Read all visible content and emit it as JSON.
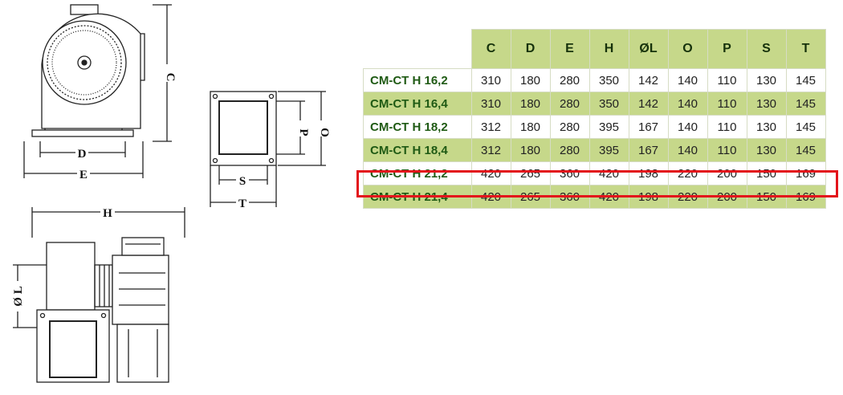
{
  "drawing": {
    "labels": {
      "c": "C",
      "d": "D",
      "e": "E",
      "p": "P",
      "o": "O",
      "s": "S",
      "t": "T",
      "h": "H",
      "l": "Ø L"
    }
  },
  "table": {
    "columns": [
      "C",
      "D",
      "E",
      "H",
      "ØL",
      "O",
      "P",
      "S",
      "T"
    ],
    "rows": [
      {
        "model": "CM-CT H 16,2",
        "values": [
          "310",
          "180",
          "280",
          "350",
          "142",
          "140",
          "110",
          "130",
          "145"
        ]
      },
      {
        "model": "CM-CT H 16,4",
        "values": [
          "310",
          "180",
          "280",
          "350",
          "142",
          "140",
          "110",
          "130",
          "145"
        ]
      },
      {
        "model": "CM-CT H 18,2",
        "values": [
          "312",
          "180",
          "280",
          "395",
          "167",
          "140",
          "110",
          "130",
          "145"
        ]
      },
      {
        "model": "CM-CT H 18,4",
        "values": [
          "312",
          "180",
          "280",
          "395",
          "167",
          "140",
          "110",
          "130",
          "145"
        ]
      },
      {
        "model": "CM-CT H 21,2",
        "values": [
          "420",
          "265",
          "360",
          "420",
          "198",
          "220",
          "200",
          "150",
          "169"
        ]
      },
      {
        "model": "CM-CT H 21,4",
        "values": [
          "420",
          "265",
          "360",
          "420",
          "198",
          "220",
          "200",
          "150",
          "169"
        ]
      }
    ],
    "highlighted_row": 4,
    "colors": {
      "header_bg": "#c6d88a",
      "model_text": "#1f5a14",
      "highlight": "#e3141b"
    }
  }
}
